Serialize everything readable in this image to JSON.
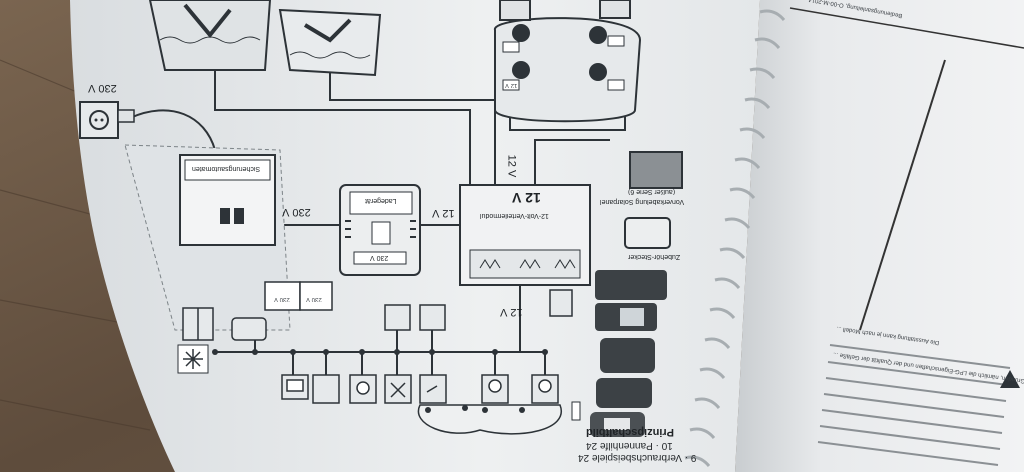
{
  "colors": {
    "paper": "#e9ecee",
    "wood": "#6e5b48",
    "line": "#2d3338",
    "accent": "#9aa2a8"
  },
  "page_header": "Bedienungsanleitung, O-00-M-2014",
  "toc": [
    {
      "label": "9 · Verbrauchsbeispiele",
      "page": "24"
    },
    {
      "label": "10 · Pannenhilfe",
      "page": "24"
    }
  ],
  "figure_caption": "Prinzipschaltbild",
  "diagram_labels": {
    "mains": "230 V",
    "mains_to_charger": "230 V",
    "charger_to_module": "12 V",
    "module_up": "12 V",
    "module_down": "12 V",
    "module_title": "12-Volt-Verteilermodul",
    "module_display": "12 V",
    "charger_title": "Ladegerät",
    "charger_rating": "230 V",
    "fuse_panel": "Sicherungsautomaten",
    "fuse_a": "230 V",
    "fuse_b": "230 V",
    "solar": "Vorverkabelung Solarpanel",
    "solar_note": "(außer Serie 6)",
    "accessory": "Zubehör-Stecker",
    "tank_12v": "12 V"
  },
  "right_page_text": {
    "warning": "Achtung: Aus diesen Gründen, nämlich die LPG-Eigenschaften und der Qualität der Gefäße ...",
    "note": "Die Ausstattung kann je nach Modell ..."
  },
  "icons": [
    "socket-icon",
    "plug-icon",
    "lamp-icon",
    "fan-icon",
    "tap-icon",
    "snowflake-icon",
    "fridge-icon",
    "tv-icon",
    "pump-icon",
    "battery-icon",
    "control-panel-icon"
  ]
}
